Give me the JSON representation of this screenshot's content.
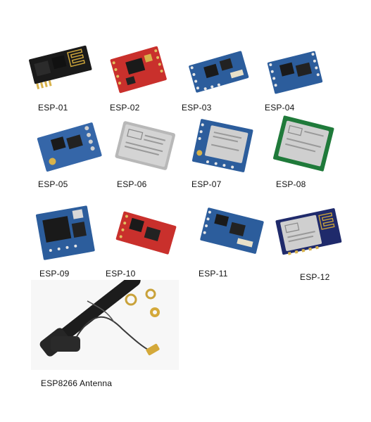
{
  "modules": [
    {
      "label": "ESP-01",
      "board": "#1a1a1a"
    },
    {
      "label": "ESP-02",
      "board": "#c9302c"
    },
    {
      "label": "ESP-03",
      "board": "#2c5d9c"
    },
    {
      "label": "ESP-04",
      "board": "#2c5d9c"
    },
    {
      "label": "ESP-05",
      "board": "#3566a8"
    },
    {
      "label": "ESP-06",
      "board": "#c7c7c7"
    },
    {
      "label": "ESP-07",
      "board": "#2c5d9c"
    },
    {
      "label": "ESP-08",
      "board": "#1f7a3a"
    },
    {
      "label": "ESP-09",
      "board": "#2c5d9c"
    },
    {
      "label": "ESP-10",
      "board": "#c9302c"
    },
    {
      "label": "ESP-11",
      "board": "#2c5d9c"
    },
    {
      "label": "ESP-12",
      "board": "#1f2a6b"
    }
  ],
  "antenna": {
    "label": "ESP8266 Antenna"
  }
}
